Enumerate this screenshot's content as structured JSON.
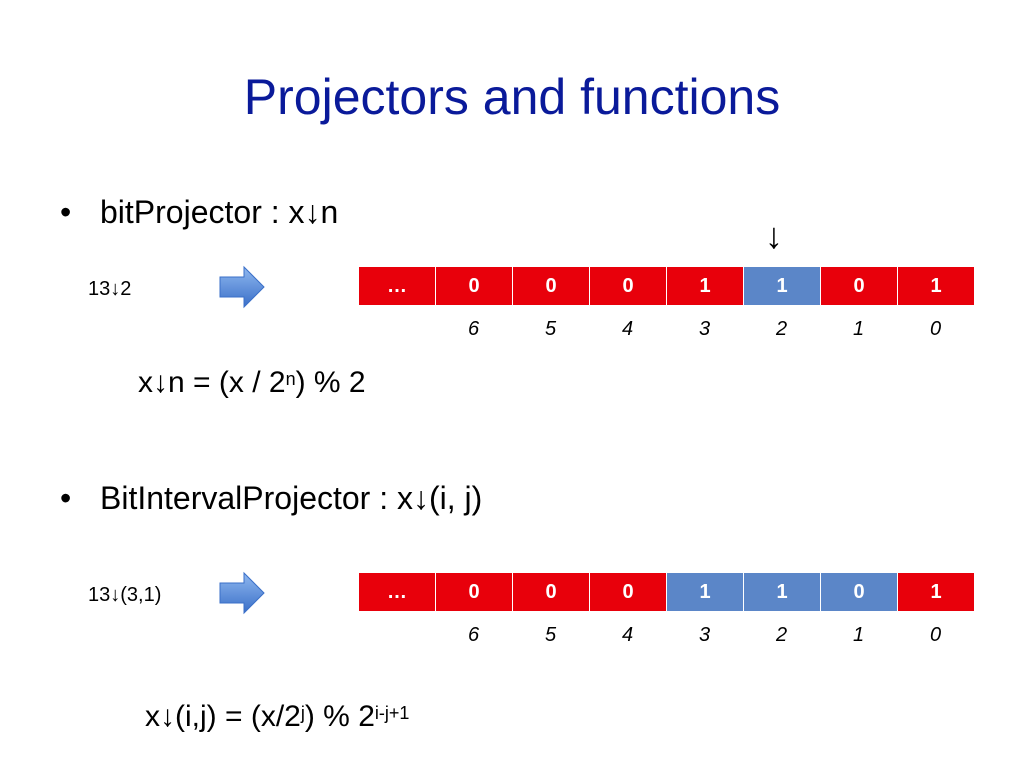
{
  "title": "Projectors and functions",
  "section1": {
    "bullet": "•",
    "label": "bitProjector",
    "notation": ": x↓n",
    "example": "13↓2",
    "pointer": "↓",
    "bits": [
      {
        "v": "…",
        "c": "#e8000b"
      },
      {
        "v": "0",
        "c": "#e8000b"
      },
      {
        "v": "0",
        "c": "#e8000b"
      },
      {
        "v": "0",
        "c": "#e8000b"
      },
      {
        "v": "1",
        "c": "#e8000b"
      },
      {
        "v": "1",
        "c": "#5b86c8"
      },
      {
        "v": "0",
        "c": "#e8000b"
      },
      {
        "v": "1",
        "c": "#e8000b"
      }
    ],
    "indices": [
      "6",
      "5",
      "4",
      "3",
      "2",
      "1",
      "0"
    ],
    "formula_main": "x↓n = (x / 2",
    "formula_sup": "n",
    "formula_tail": ") % 2"
  },
  "section2": {
    "bullet": "•",
    "label": "BitIntervalProjector :",
    "notation": "x↓(i, j)",
    "example": "13↓(3,1)",
    "bits": [
      {
        "v": "…",
        "c": "#e8000b"
      },
      {
        "v": "0",
        "c": "#e8000b"
      },
      {
        "v": "0",
        "c": "#e8000b"
      },
      {
        "v": "0",
        "c": "#e8000b"
      },
      {
        "v": "1",
        "c": "#5b86c8"
      },
      {
        "v": "1",
        "c": "#5b86c8"
      },
      {
        "v": "0",
        "c": "#5b86c8"
      },
      {
        "v": "1",
        "c": "#e8000b"
      }
    ],
    "indices": [
      "6",
      "5",
      "4",
      "3",
      "2",
      "1",
      "0"
    ],
    "formula_main": "x↓(i,j) = (x/2",
    "formula_sup": "j",
    "formula_mid": ") % 2",
    "formula_sup2": "i-j+1"
  },
  "colors": {
    "title": "#0a1a9a",
    "cell_red": "#e8000b",
    "cell_blue": "#5b86c8",
    "arrow": "#4a7fd0"
  },
  "icons": {
    "transform_arrow": "right-arrow-icon"
  }
}
